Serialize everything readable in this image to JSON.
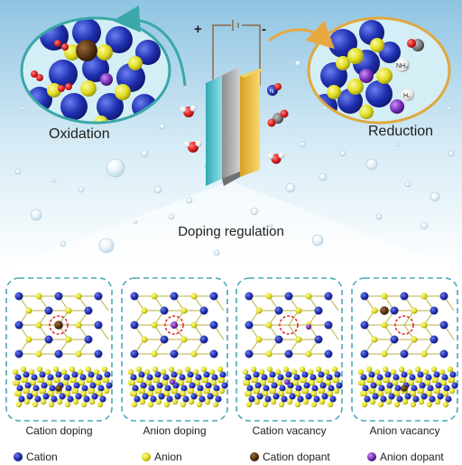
{
  "top": {
    "left_label": "Oxidation",
    "right_label": "Reduction",
    "center_label": "Doping regulation",
    "plus_sign": "+",
    "minus_sign": "-"
  },
  "molecules": {
    "nh3": "NH₃",
    "h2": "H₂",
    "no": "N",
    "co2": "CO"
  },
  "panels": [
    {
      "label": "Cation doping",
      "type": "cation-doping"
    },
    {
      "label": "Anion doping",
      "type": "anion-doping"
    },
    {
      "label": "Cation vacancy",
      "type": "cation-vacancy"
    },
    {
      "label": "Anion vacancy",
      "type": "anion-vacancy"
    }
  ],
  "legend": [
    {
      "label": "Cation",
      "color": "#1f2fb0"
    },
    {
      "label": "Anion",
      "color": "#e8e62e"
    },
    {
      "label": "Cation dopant",
      "color": "#5a3414"
    },
    {
      "label": "Anion dopant",
      "color": "#7b2fbe"
    }
  ],
  "colors": {
    "cation": "#1f2fb0",
    "anion": "#e8e62e",
    "cation_dopant": "#5a3414",
    "anion_dopant": "#7b2fbe",
    "oxygen": "#e02020",
    "panel_border": "#4aa8b8",
    "arrow_left": "#3aa8a8",
    "arrow_right": "#e8a840"
  }
}
